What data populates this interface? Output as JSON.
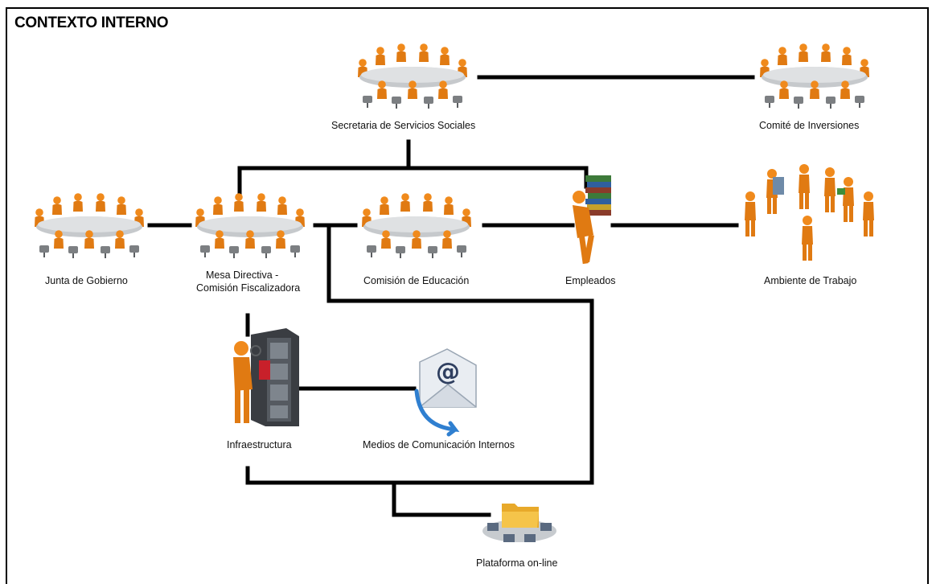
{
  "title": "CONTEXTO INTERNO",
  "nodes": {
    "secretaria": "Secretaria  de Servicios  Sociales",
    "comite": "Comité  de Inversiones",
    "junta": "Junta de Gobierno",
    "mesa_line1": "Mesa  Directiva  -",
    "mesa_line2": "Comisión  Fiscalizadora",
    "educacion": "Comisión  de Educación",
    "empleados": "Empleados",
    "ambiente": "Ambiente  de Trabajo",
    "infraestructura": "Infraestructura",
    "medios": "Medios  de Comunicación  Internos",
    "plataforma": "Plataforma  on-line"
  },
  "colors": {
    "figure": "#f08a1c",
    "figure_dark": "#c9650a",
    "table": "#b9bcbf",
    "connector": "#000000"
  },
  "icons": {
    "meeting": "meeting-table-icon",
    "worker": "worker-carrying-books-icon",
    "team": "team-group-icon",
    "archive": "file-cabinet-icon",
    "email": "email-envelope-icon",
    "network": "network-folder-icon"
  }
}
